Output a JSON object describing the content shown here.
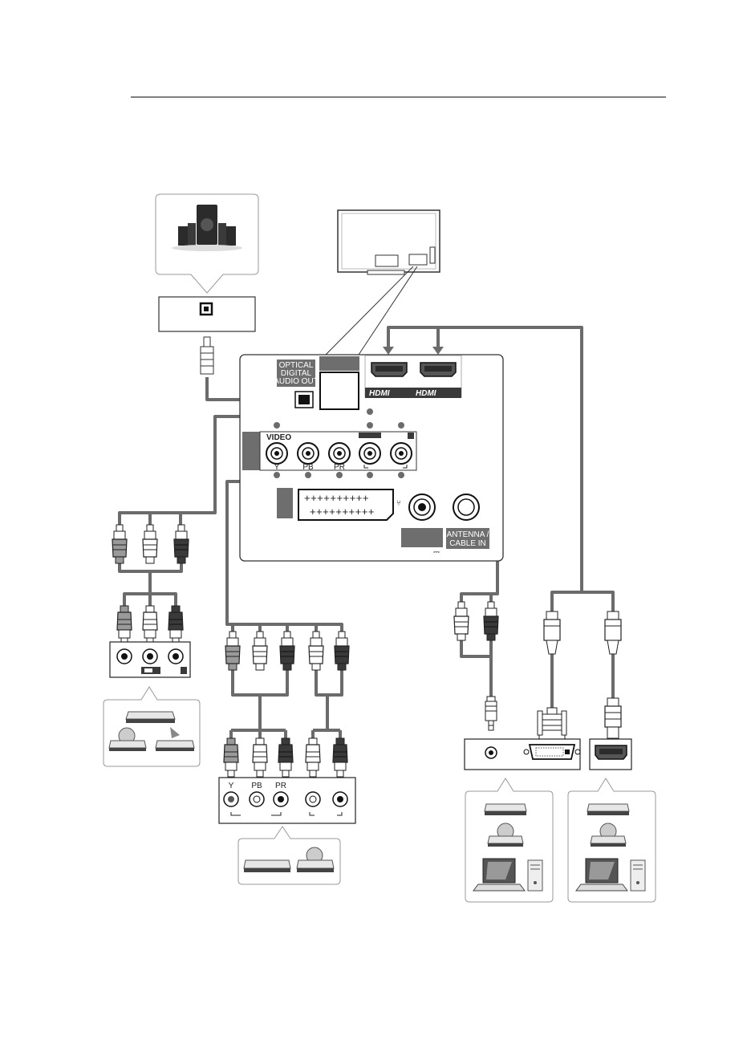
{
  "panel": {
    "optical_label_line1": "OPTICAL",
    "optical_label_line2": "DIGITAL",
    "optical_label_line3": "AUDIO OUT",
    "video_label": "VIDEO",
    "y_label": "Y",
    "pb_label": "PB",
    "pr_label": "PR",
    "hdmi1_label": "HDMI",
    "hdmi2_label": "HDMI",
    "antenna_line1": "ANTENNA /",
    "antenna_line2": "CABLE IN"
  },
  "component_device": {
    "y_label": "Y",
    "pb_label": "PB",
    "pr_label": "PR"
  },
  "colors": {
    "cable": "#6b6b6b",
    "panel_label_bg": "#6e6e6e",
    "outline": "#222222",
    "plug_dark": "#3a3a3a",
    "plug_mid": "#8a8a8a",
    "plug_light": "#ffffff"
  }
}
